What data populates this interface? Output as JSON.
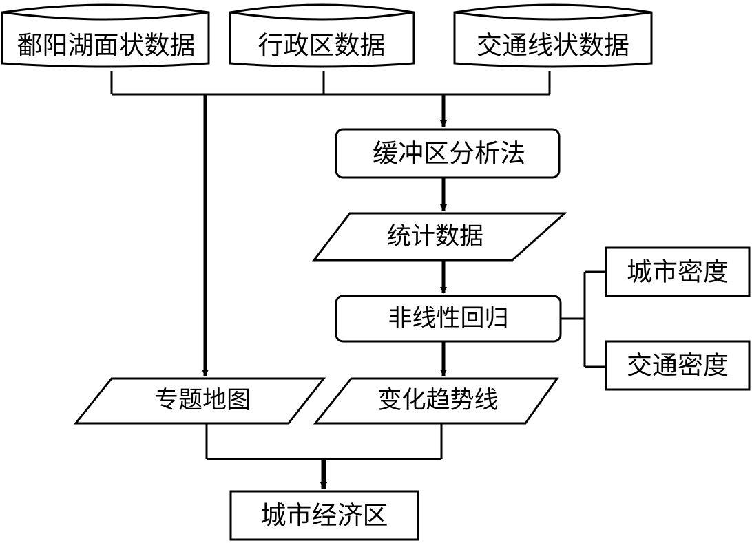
{
  "sources": {
    "lake": "鄱阳湖面状数据",
    "admin": "行政区数据",
    "traffic": "交通线状数据"
  },
  "process": {
    "buffer": "缓冲区分析法",
    "stats": "统计数据",
    "regression": "非线性回归",
    "trend": "变化趋势线",
    "map": "专题地图",
    "result": "城市经济区"
  },
  "factors": {
    "city_density": "城市密度",
    "traffic_density": "交通密度"
  }
}
